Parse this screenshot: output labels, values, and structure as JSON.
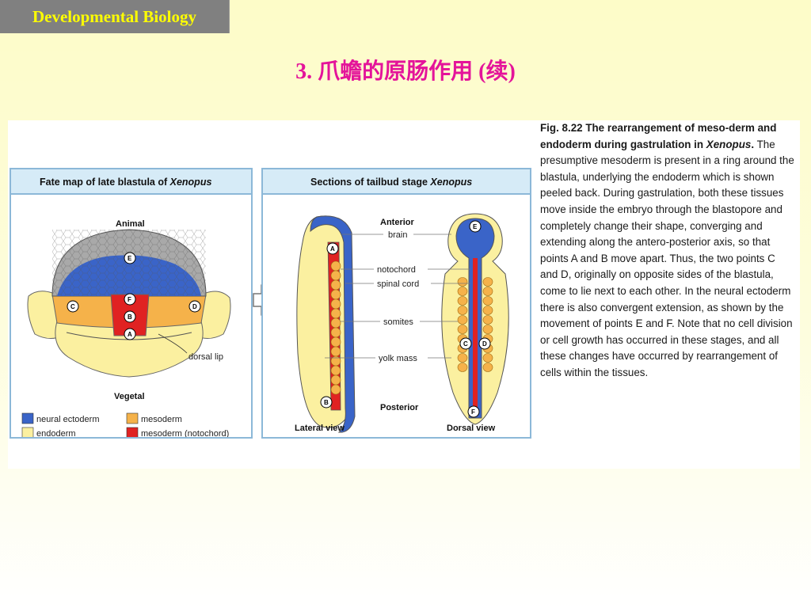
{
  "header": {
    "course_tag": "Developmental Biology",
    "title": "3. 爪蟾的原肠作用 (续)"
  },
  "figure": {
    "panel1": {
      "title_prefix": "Fate map of late blastula of ",
      "title_species": "Xenopus",
      "label_animal": "Animal",
      "label_vegetal": "Vegetal",
      "label_dorsal_lip": "dorsal lip",
      "points": [
        "E",
        "F",
        "B",
        "A",
        "C",
        "D"
      ],
      "legend": [
        {
          "label": "neural ectoderm",
          "color": "#3a64c8"
        },
        {
          "label": "mesoderm",
          "color": "#f5b24a"
        },
        {
          "label": "endoderm",
          "color": "#fbf0a0"
        },
        {
          "label": "mesoderm (notochord)",
          "color": "#e02222"
        }
      ]
    },
    "panel2": {
      "title_prefix": "Sections of tailbud stage ",
      "title_species": "Xenopus",
      "label_anterior": "Anterior",
      "label_posterior": "Posterior",
      "label_lateral": "Lateral view",
      "label_dorsal": "Dorsal view",
      "structures": [
        "brain",
        "notochord",
        "spinal cord",
        "somites",
        "yolk mass"
      ]
    }
  },
  "caption": {
    "fig_label": "Fig. 8.22",
    "heading_part1": "The rearrangement of meso-derm and endoderm during gastrulation in ",
    "heading_species": "Xenopus",
    "body": "The presumptive mesoderm is present in a ring around the blastula, underlying the endoderm which is shown peeled back. During gastrulation, both these tissues move inside the embryo through the blastopore and completely change their shape, converging and extending along the antero-posterior axis, so that points A and B move apart. Thus, the two points C and D, originally on opposite sides of the blastula, come to lie next to each other. In the neural ectoderm there is also convergent extension, as shown by the movement of points E and F. Note that no cell division or cell growth has occurred in these stages, and all these changes have occurred by rearrangement of cells within the tissues."
  },
  "colors": {
    "title": "#e4149a",
    "course_tag_text": "#ffff00",
    "course_tag_bg": "#808080",
    "neural_ectoderm": "#3a64c8",
    "mesoderm": "#f5b24a",
    "endoderm": "#fbf0a0",
    "notochord": "#e02222",
    "ectoderm_grey": "#a9a9a9"
  }
}
